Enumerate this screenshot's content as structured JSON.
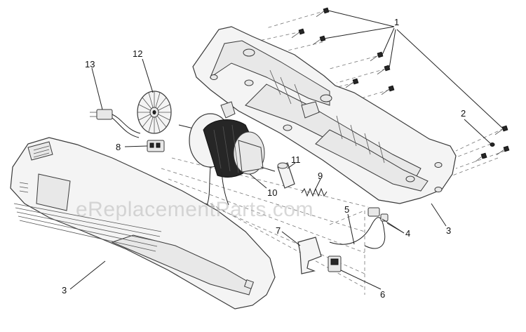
{
  "watermark": "eReplacementParts.com",
  "callouts": [
    {
      "id": "c1",
      "label": "1"
    },
    {
      "id": "c2",
      "label": "2"
    },
    {
      "id": "c3a",
      "label": "3"
    },
    {
      "id": "c3b",
      "label": "3"
    },
    {
      "id": "c4",
      "label": "4"
    },
    {
      "id": "c5",
      "label": "5"
    },
    {
      "id": "c6",
      "label": "6"
    },
    {
      "id": "c7",
      "label": "7"
    },
    {
      "id": "c8",
      "label": "8"
    },
    {
      "id": "c9",
      "label": "9"
    },
    {
      "id": "c10",
      "label": "10"
    },
    {
      "id": "c11",
      "label": "11"
    },
    {
      "id": "c12",
      "label": "12"
    },
    {
      "id": "c13",
      "label": "13"
    }
  ]
}
